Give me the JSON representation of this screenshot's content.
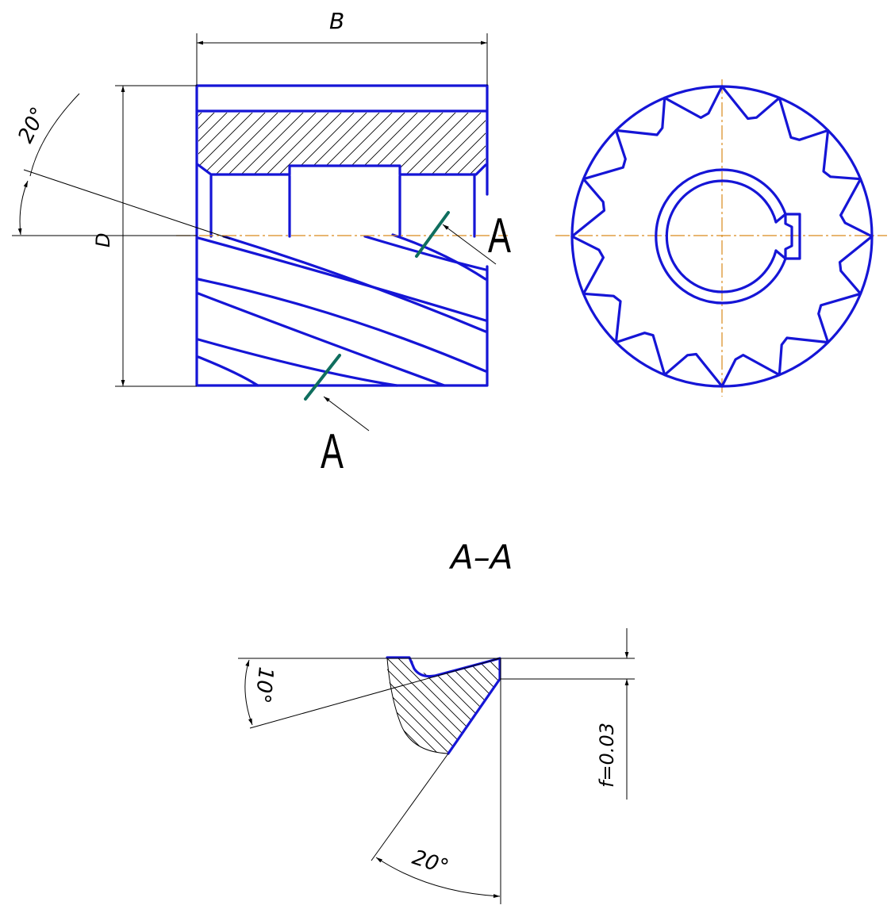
{
  "labels": {
    "width_dim": "B",
    "diameter_dim": "D",
    "helix_angle": "20°",
    "section_mark_top": "A",
    "section_mark_bottom": "A",
    "section_title": "A–A",
    "rake_angle": "10°",
    "clearance_angle": "20°",
    "land_dim": "f=0.03"
  },
  "colors": {
    "outline": "#1515d6",
    "dimension": "#000000",
    "center_line": "#d98a1c",
    "cut_line": "#0f6e5e"
  },
  "hob_end_view": {
    "teeth": 16
  }
}
